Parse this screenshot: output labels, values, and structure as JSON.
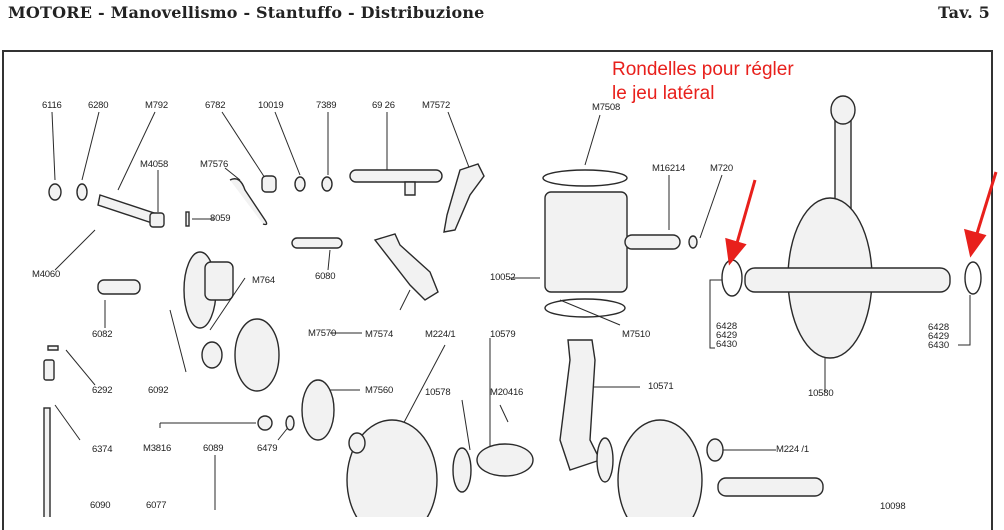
{
  "header": {
    "title": "MOTORE - Manovellismo - Stantuffo - Distribuzione",
    "plate": "Tav. 5"
  },
  "annotation": {
    "line1": "Rondelles pour régler",
    "line2": "le jeu latéral",
    "color": "#e8201c"
  },
  "parts": {
    "p6116": "6116",
    "p6280": "6280",
    "pM792": "M792",
    "p6782": "6782",
    "p10019": "10019",
    "p7389": "7389",
    "p6926": "69 26",
    "pM7572": "M7572",
    "pM7508": "M7508",
    "pM16214": "M16214",
    "pM720": "M720",
    "pM4058": "M4058",
    "pM7576": "M7576",
    "p8059": "8059",
    "pM4060": "M4060",
    "p6080": "6080",
    "p10052": "10052",
    "p6082": "6082",
    "pM764": "M764",
    "pM7570": "M7570",
    "pM7574": "M7574",
    "pM7510": "M7510",
    "p6292": "6292",
    "p6092": "6092",
    "pM224_1a": "M224/1",
    "p10579": "10579",
    "p10571": "10571",
    "p10580": "10580",
    "pM7560": "M7560",
    "p10578": "10578",
    "pM20416": "M20416",
    "p6374": "6374",
    "pM3816": "M3816",
    "p6089": "6089",
    "p6479": "6479",
    "pM224_1b": "M224 /1",
    "p6090": "6090",
    "p6077": "6077",
    "p10098": "10098"
  },
  "washer_sets": {
    "left": [
      "6428",
      "6429",
      "6430"
    ],
    "right": [
      "6428",
      "6429",
      "6430"
    ]
  }
}
